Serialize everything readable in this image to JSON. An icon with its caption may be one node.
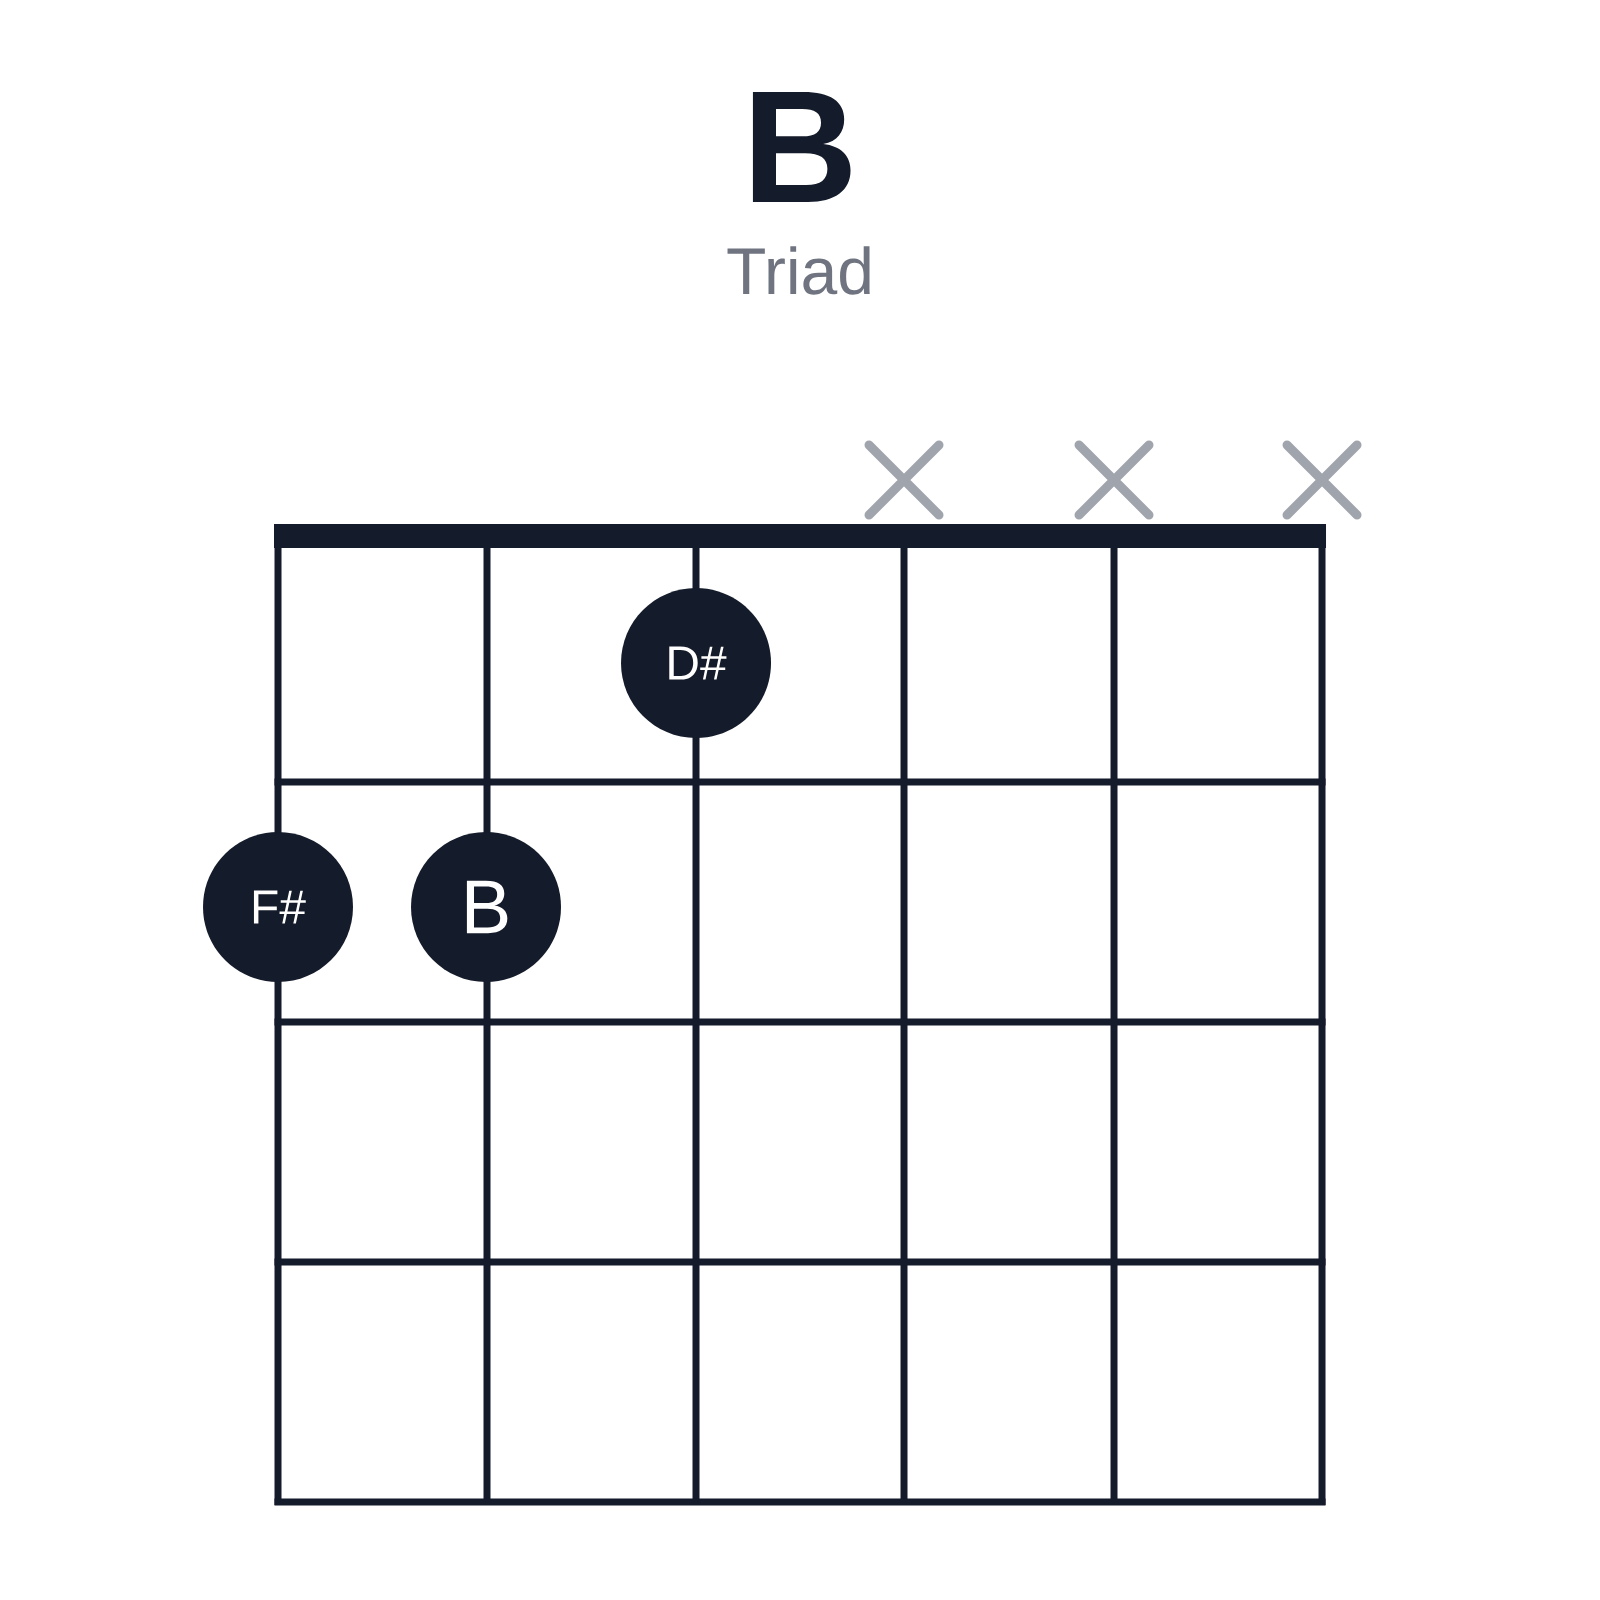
{
  "diagram": {
    "title": "B",
    "nodes": [
      {
        "text": [
          "D#"
        ]
      },
      {
        "text": [
          "F#"
        ]
      },
      {
        "text": [
          "B"
        ]
      }
    ],
    "labels": [
      "Triad"
    ]
  }
}
